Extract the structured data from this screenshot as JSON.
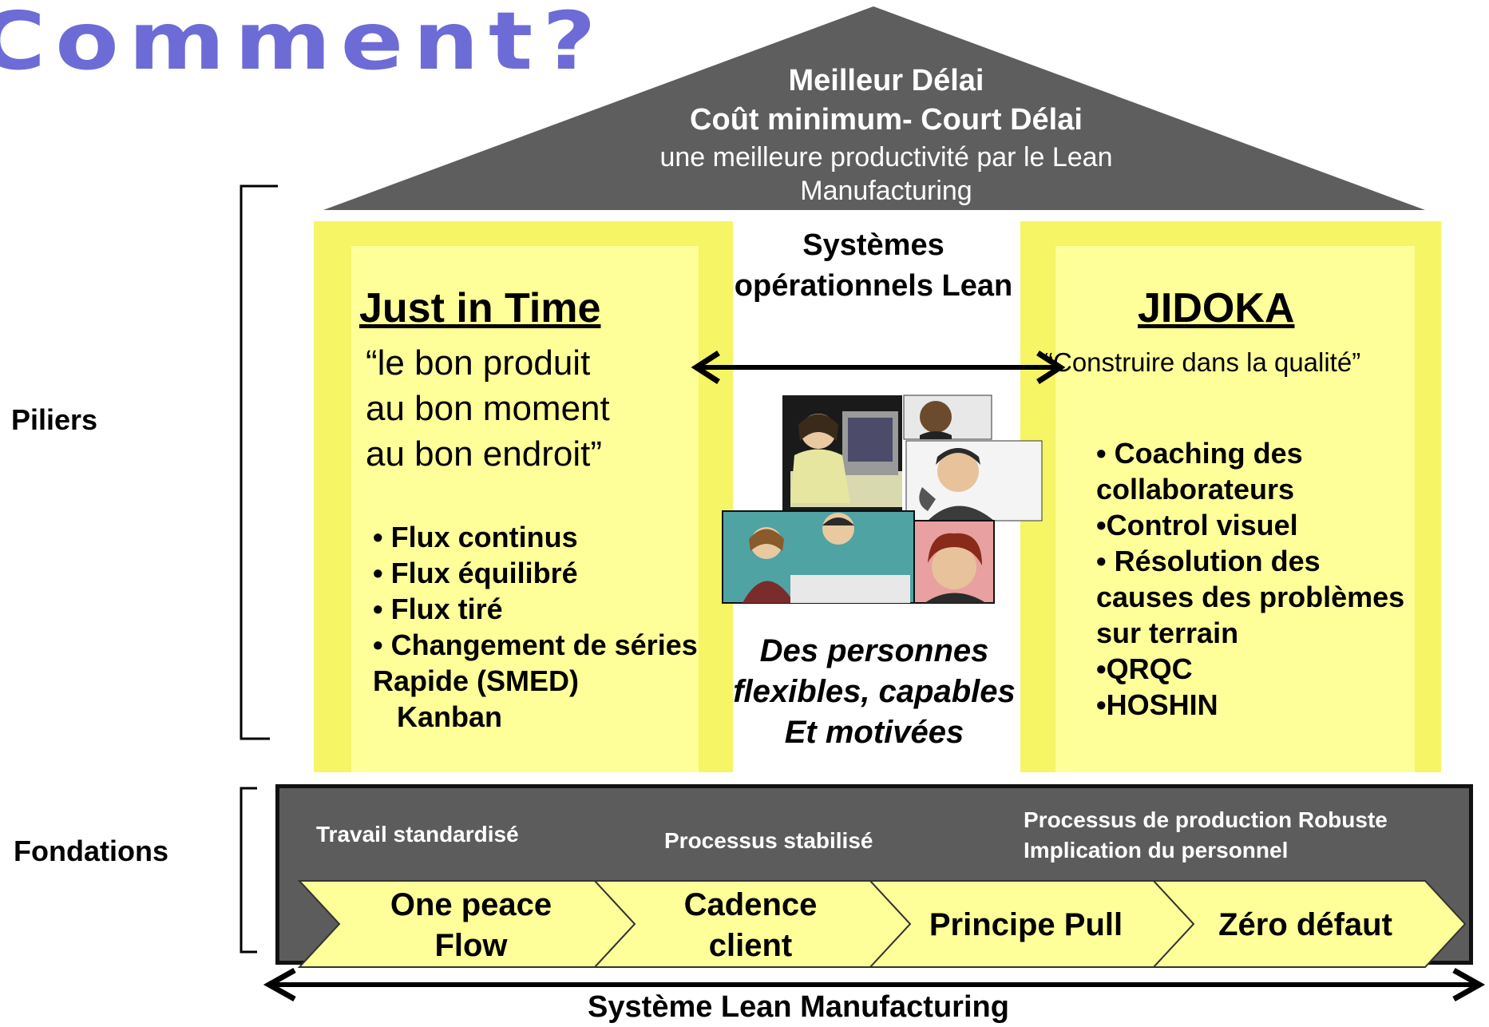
{
  "title": "Comment?",
  "roof": {
    "line1": "Meilleur Délai",
    "line2": "Coût minimum- Court Délai",
    "line3": "une meilleure productivité par le Lean Manufacturing"
  },
  "left_pillar": {
    "title": "Just in Time",
    "quote_lines": [
      "“le bon produit",
      "au bon moment",
      "au bon endroit”"
    ],
    "bullets": [
      "• Flux continus",
      "• Flux équilibré",
      "• Flux tiré",
      "• Changement de séries",
      "Rapide (SMED)",
      "Kanban"
    ]
  },
  "center": {
    "title": "Systèmes opérationnels Lean",
    "people_icon": "people-clipart-icon",
    "caption_lines": [
      "Des personnes",
      "flexibles, capables",
      "Et motivées"
    ]
  },
  "right_pillar": {
    "title": "JIDOKA",
    "quote": "“Construire dans la qualité”",
    "bullets": [
      "• Coaching des",
      "collaborateurs",
      "•Control visuel",
      "• Résolution des",
      "causes des problèmes",
      "sur terrain",
      "•QRQC",
      "•HOSHIN"
    ]
  },
  "labels": {
    "piliers": "Piliers",
    "fondations": "Fondations",
    "systeme": "Système  Lean Manufacturing"
  },
  "foundation": {
    "text1": "Travail standardisé",
    "text2": "Processus stabilisé",
    "text3_line1": "Processus de production Robuste",
    "text3_line2": "Implication du personnel",
    "chevrons": [
      "One peace Flow",
      "Cadence client",
      "Principe Pull",
      "Zéro défaut"
    ]
  },
  "colors": {
    "title": "#6d6cd6",
    "roof": "#5e5e5e",
    "pillar": "#ffff99",
    "foundation": "#5c5c5c",
    "chevron": "#ffff99"
  }
}
